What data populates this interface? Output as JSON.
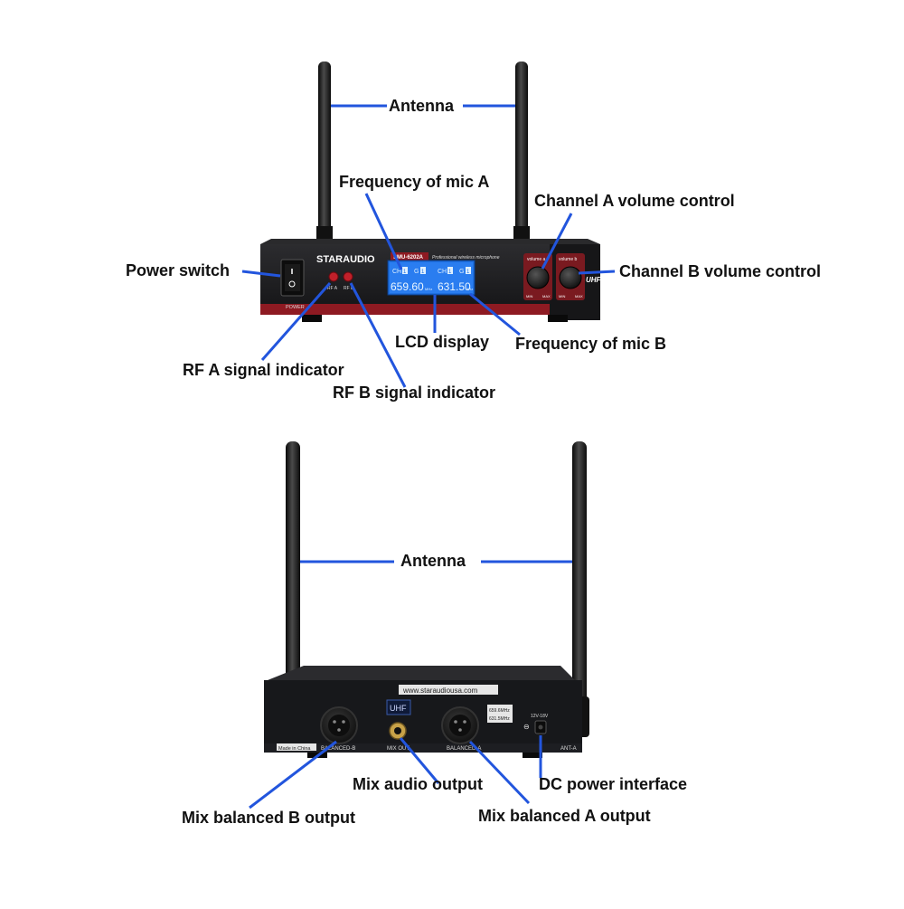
{
  "front": {
    "brand": "STARAUDIO",
    "model": "SMU-6202A",
    "tagline": "Professional wireless microphone",
    "lcd": {
      "ch_a": "CH",
      "ch_a_num": "1",
      "g_a": "G",
      "g_a_num": "1",
      "ch_b": "CH",
      "ch_b_num": "1",
      "g_b": "G",
      "g_b_num": "1",
      "freq_a": "659.60",
      "freq_b": "631.50",
      "unit": "MHz"
    },
    "rf_a": "RF A",
    "rf_b": "RF B",
    "power": "POWER",
    "volume_a": "volume a",
    "volume_b": "volume b",
    "min": "MIN",
    "max": "MAX",
    "uhf": "UHF"
  },
  "front_labels": {
    "antenna": "Antenna",
    "freq_mic_a": "Frequency of mic A",
    "channel_a_volume": "Channel A volume control",
    "power_switch": "Power switch",
    "channel_b_volume": "Channel B volume control",
    "lcd_display": "LCD display",
    "freq_mic_b": "Frequency of mic B",
    "rf_a_indicator": "RF A signal indicator",
    "rf_b_indicator": "RF B signal indicator"
  },
  "back": {
    "website": "www.staraudiousa.com",
    "uhf": "UHF",
    "freq_1": "659.6MHz",
    "freq_2": "631.5MHz",
    "made_in": "Made in China",
    "balanced_b": "BALANCED-B",
    "mix_out": "MIX OUT",
    "balanced_a": "BALANCED-A",
    "dc_rating": "12V-18V",
    "ant_a": "ANT-A"
  },
  "back_labels": {
    "antenna": "Antenna",
    "mix_audio_output": "Mix audio output",
    "dc_power_interface": "DC power interface",
    "mix_balanced_b": "Mix balanced B output",
    "mix_balanced_a": "Mix balanced A output"
  },
  "colors": {
    "leader_line": "#2255dd",
    "lcd_bg": "#1d6fe0",
    "lcd_text": "#dff0ff",
    "chassis": "#1b1b1d",
    "accent_red": "#8e1a22"
  }
}
